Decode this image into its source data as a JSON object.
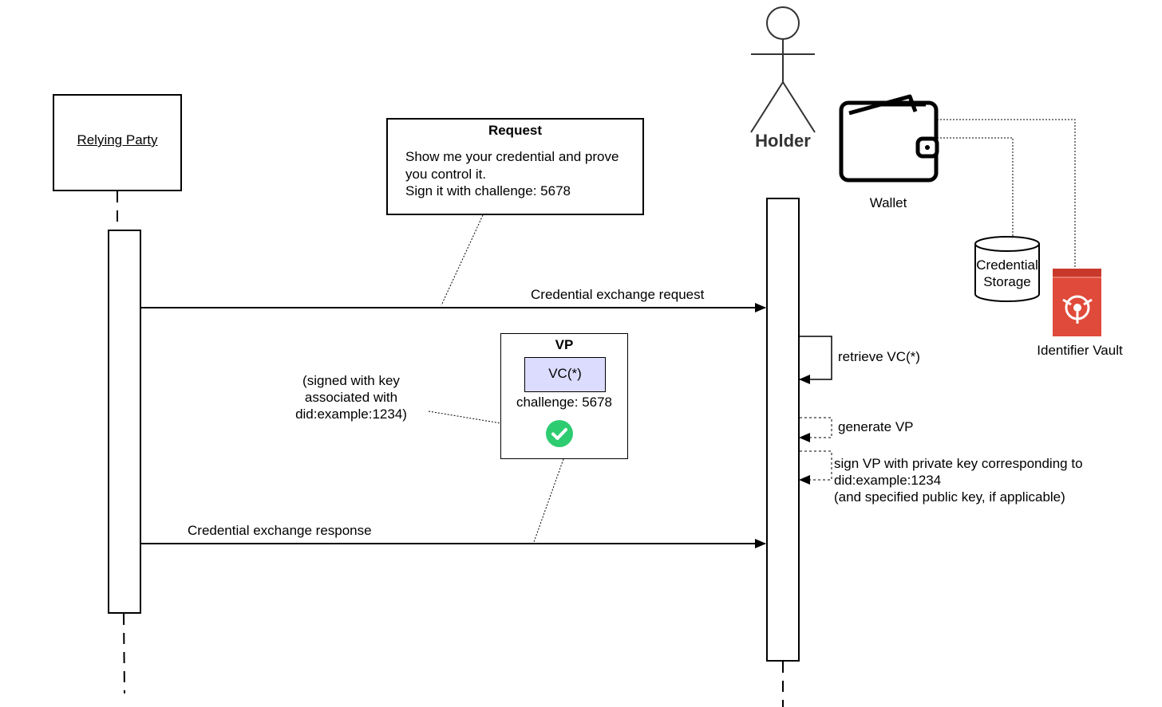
{
  "participants": {
    "relying_party": "Relying Party",
    "holder": "Holder"
  },
  "request_note": {
    "title": "Request",
    "body": "Show me your credential and prove\nyou control it.\nSign it with challenge: 5678"
  },
  "messages": {
    "exchange_request": "Credential exchange request",
    "exchange_response": "Credential exchange response",
    "retrieve_vc": "retrieve VC(*)",
    "generate_vp": "generate VP",
    "sign_vp": "sign VP with private key corresponding to\n did:example:1234\n(and specified public key, if applicable)"
  },
  "vp": {
    "title": "VP",
    "vc": "VC(*)",
    "challenge": "challenge: 5678",
    "signed_note": "(signed with key\nassociated with\ndid:example:1234)"
  },
  "holder_tools": {
    "wallet": "Wallet",
    "credential_storage": "Credential\nStorage",
    "identifier_vault": "Identifier Vault"
  },
  "colors": {
    "vc_fill": "#dcdcff",
    "check_green": "#2ecc71",
    "vault_red": "#e04a3a",
    "holder_text": "#333333"
  }
}
